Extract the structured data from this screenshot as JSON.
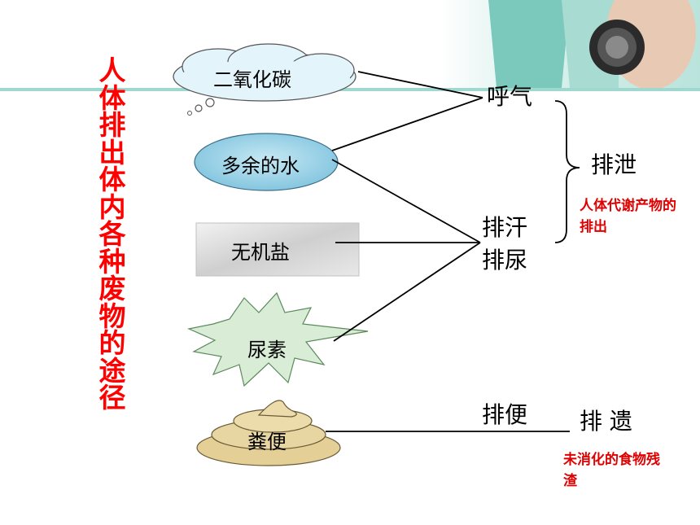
{
  "title_vertical": "人体排出体内各种废物的途径",
  "nodes": {
    "co2": "二氧化碳",
    "water": "多余的水",
    "salt": "无机盐",
    "urea": "尿素",
    "feces": "粪便"
  },
  "outcomes": {
    "exhale": "呼气",
    "sweat": "排汗",
    "urine": "排尿",
    "defecate": "排便",
    "excretion": "排泄",
    "egestion": "排 遗"
  },
  "notes": {
    "excretion_def": "人体代谢产物的排出",
    "egestion_def": "未消化的食物残渣"
  },
  "colors": {
    "title_red": "#ff0000",
    "note_red": "#e00000",
    "co2_cloud": "#e4f4fb",
    "water_ellipse": "#8fcde3",
    "salt_box": "#dcdcdc",
    "urea_burst": "#d8ecd6",
    "feces_fill": "#e4cf96"
  }
}
